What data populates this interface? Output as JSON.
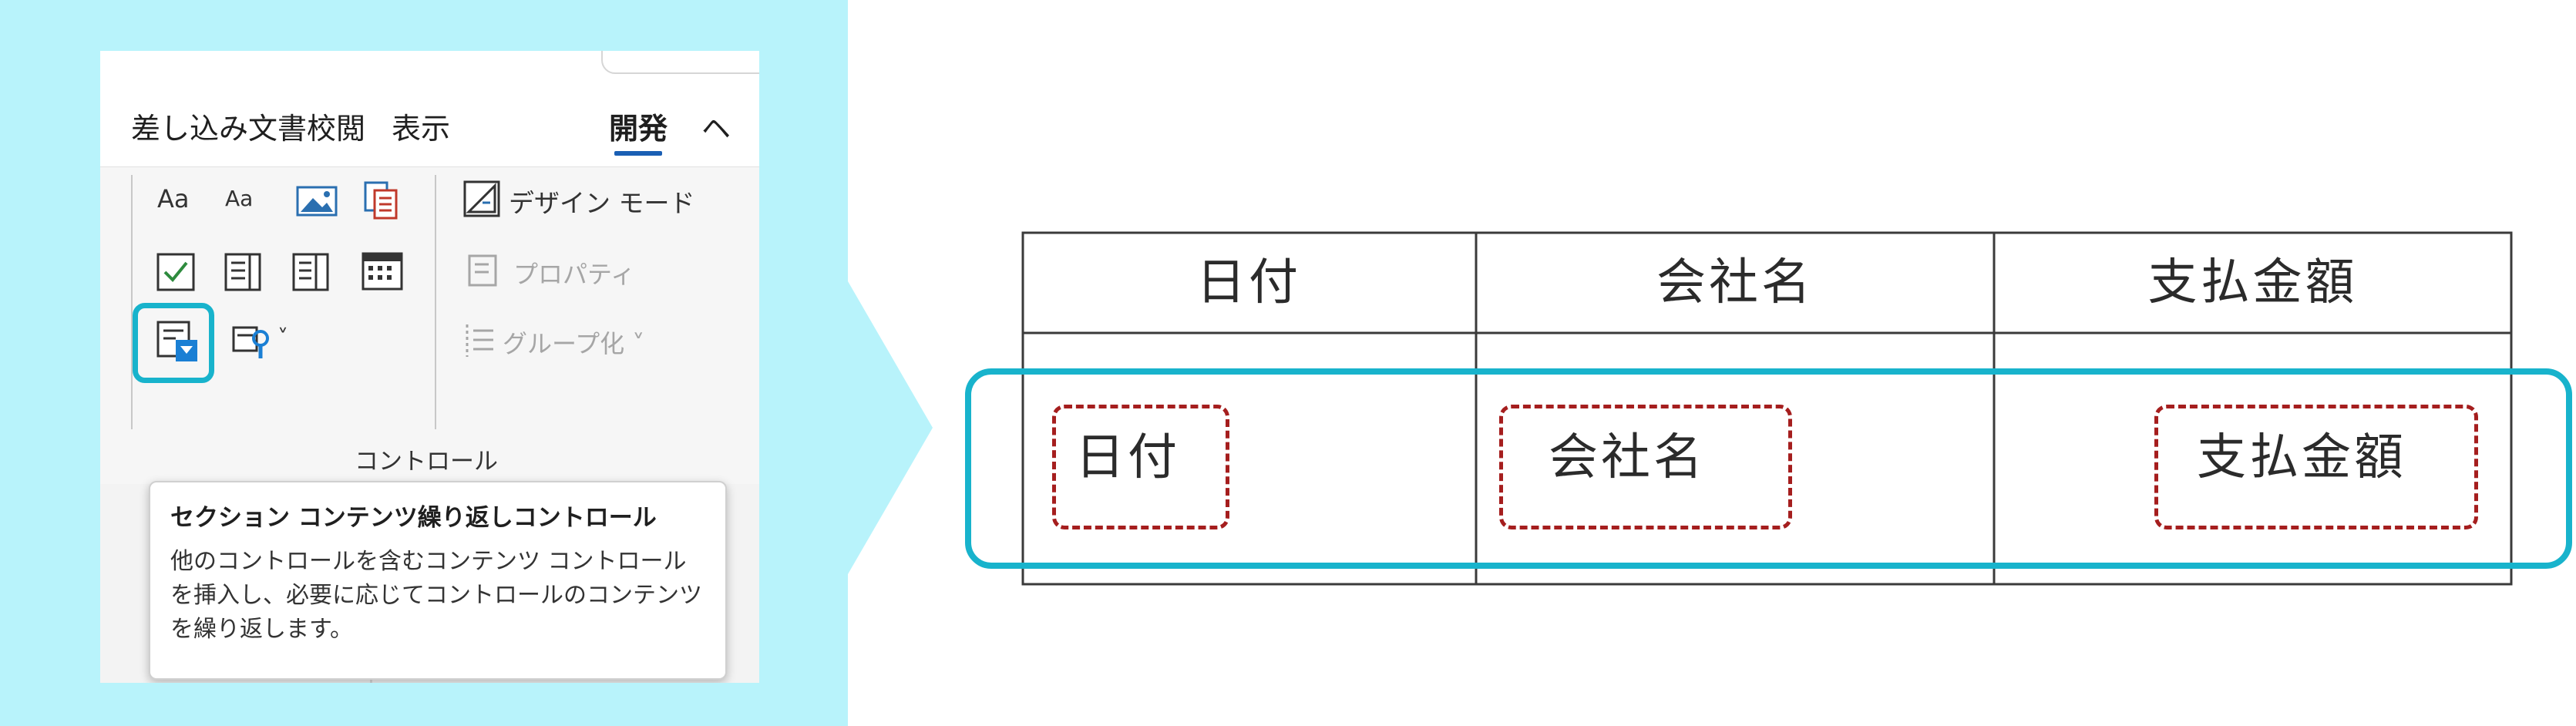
{
  "ribbon": {
    "tabs": [
      "差し込み文書",
      "校閲",
      "表示",
      "開発",
      "ヘ"
    ],
    "active_tab": "開発",
    "controls": {
      "aa1": "Aa",
      "aa2": "Aa",
      "design_mode": "デザイン モード",
      "properties": "プロパティ",
      "group": "グループ化 ˅",
      "group_label": "コントロール"
    }
  },
  "tooltip": {
    "title": "セクション コンテンツ繰り返しコントロール",
    "body": "他のコントロールを含むコンテンツ コントロールを挿入し、必要に応じてコントロールのコンテンツを繰り返します。"
  },
  "table": {
    "headers": [
      "日付",
      "会社名",
      "支払金額"
    ],
    "row": [
      "日付",
      "会社名",
      "支払金額"
    ]
  },
  "colors": {
    "highlight": "#18b3cc",
    "content_control_border": "#a51e1e",
    "panel_background": "#b8f3fb"
  }
}
